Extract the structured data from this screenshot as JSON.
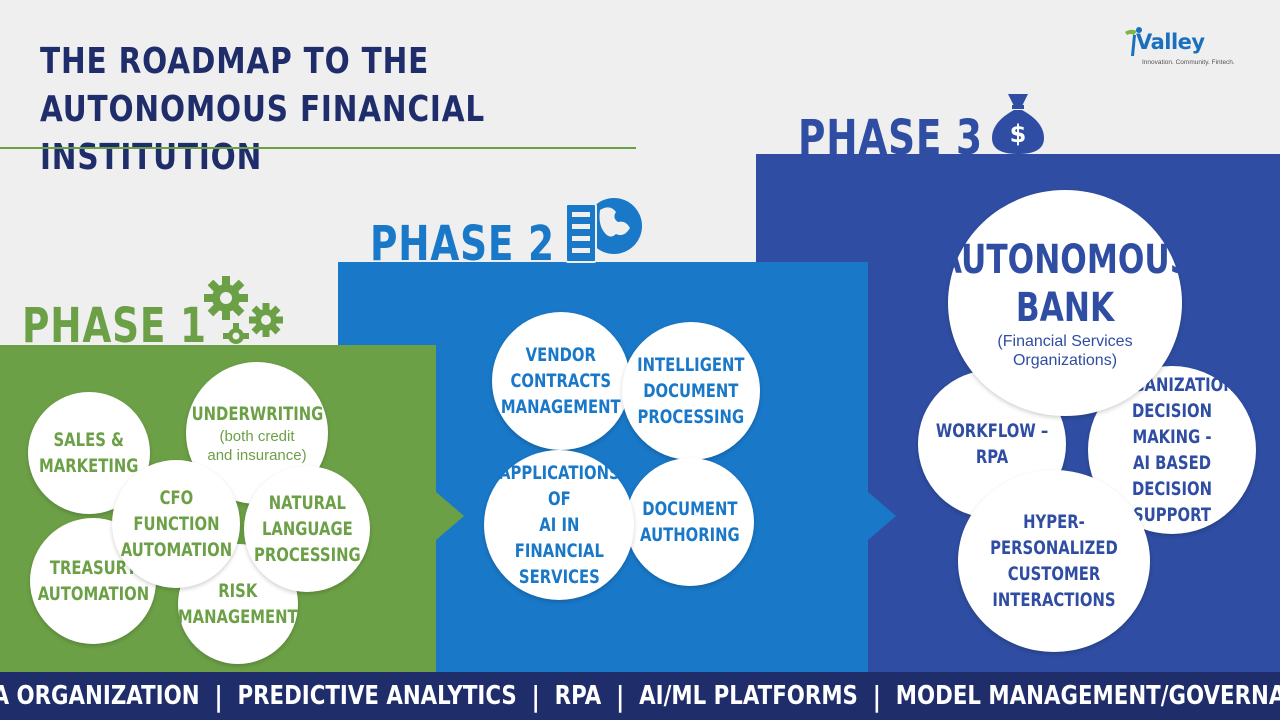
{
  "title": {
    "line1": "THE ROADMAP TO THE",
    "line2": "AUTONOMOUS FINANCIAL INSTITUTION"
  },
  "logo": {
    "name": "Valley",
    "prefix": "i",
    "tagline": "Innovation. Community. Fintech."
  },
  "colors": {
    "phase1": "#6ca046",
    "phase2": "#1978c8",
    "phase3": "#2f4da2",
    "navy": "#1f2d6b",
    "background": "#efefef"
  },
  "phases": [
    {
      "label": "PHASE 1",
      "icon": "gears-icon",
      "items": [
        {
          "text": "SALES &\nMARKETING"
        },
        {
          "text": "UNDERWRITING",
          "sub": "(both credit\nand insurance)"
        },
        {
          "text": "CFO FUNCTION\nAUTOMATION"
        },
        {
          "text": "NATURAL\nLANGUAGE\nPROCESSING"
        },
        {
          "text": "TREASURY\nAUTOMATION"
        },
        {
          "text": "RISK\nMANAGEMENT"
        }
      ]
    },
    {
      "label": "PHASE 2",
      "icon": "server-globe-icon",
      "items": [
        {
          "text": "VENDOR\nCONTRACTS\nMANAGEMENT"
        },
        {
          "text": "INTELLIGENT\nDOCUMENT\nPROCESSING"
        },
        {
          "text": "APPLICATIONS OF\nAI IN FINANCIAL\nSERVICES"
        },
        {
          "text": "DOCUMENT\nAUTHORING"
        }
      ]
    },
    {
      "label": "PHASE 3",
      "icon": "money-bag-icon",
      "items": [
        {
          "text": "AUTONOMOUS\nBANK",
          "sub": "(Financial Services\nOrganizations)"
        },
        {
          "text": "WORKFLOW –\nRPA"
        },
        {
          "text": "ORGANIZATION\nDECISION MAKING -\nAI BASED DECISION\nSUPPORT"
        },
        {
          "text": "HYPER-PERSONALIZED\nCUSTOMER\nINTERACTIONS"
        }
      ]
    }
  ],
  "footer": {
    "items": [
      "DATA ORGANIZATION",
      "PREDICTIVE ANALYTICS",
      "RPA",
      "AI/ML PLATFORMS",
      "MODEL MANAGEMENT/GOVERNANCE"
    ],
    "separator": "|"
  }
}
